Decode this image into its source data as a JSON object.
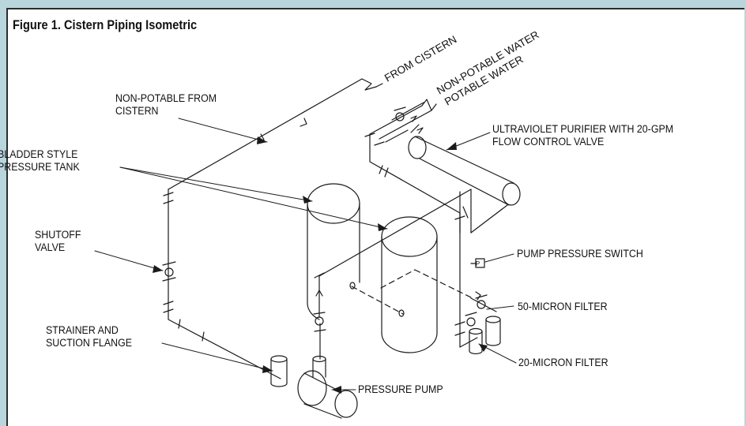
{
  "figure": {
    "title": "Figure 1.   Cistern Piping Isometric"
  },
  "labels": {
    "from_cistern": "FROM CISTERN",
    "non_potable_water": "NON-POTABLE WATER",
    "potable_water": "POTABLE WATER",
    "non_potable_from_cistern_1": "NON-POTABLE FROM",
    "non_potable_from_cistern_2": "CISTERN",
    "uv_purifier_1": "ULTRAVIOLET PURIFIER WITH 20-GPM",
    "uv_purifier_2": "FLOW CONTROL VALVE",
    "bladder_tank_1": "BLADDER STYLE",
    "bladder_tank_2": "PRESSURE TANK",
    "shutoff_valve_1": "SHUTOFF",
    "shutoff_valve_2": "VALVE",
    "pump_pressure_switch": "PUMP PRESSURE SWITCH",
    "switch_symbol": "P",
    "filter_50": "50-MICRON FILTER",
    "strainer_1": "STRAINER AND",
    "strainer_2": "SUCTION FLANGE",
    "filter_20": "20-MICRON FILTER",
    "pressure_pump": "PRESSURE PUMP"
  },
  "colors": {
    "frame": "#b9d6dc",
    "line": "#1a1a1a",
    "background": "#ffffff"
  }
}
